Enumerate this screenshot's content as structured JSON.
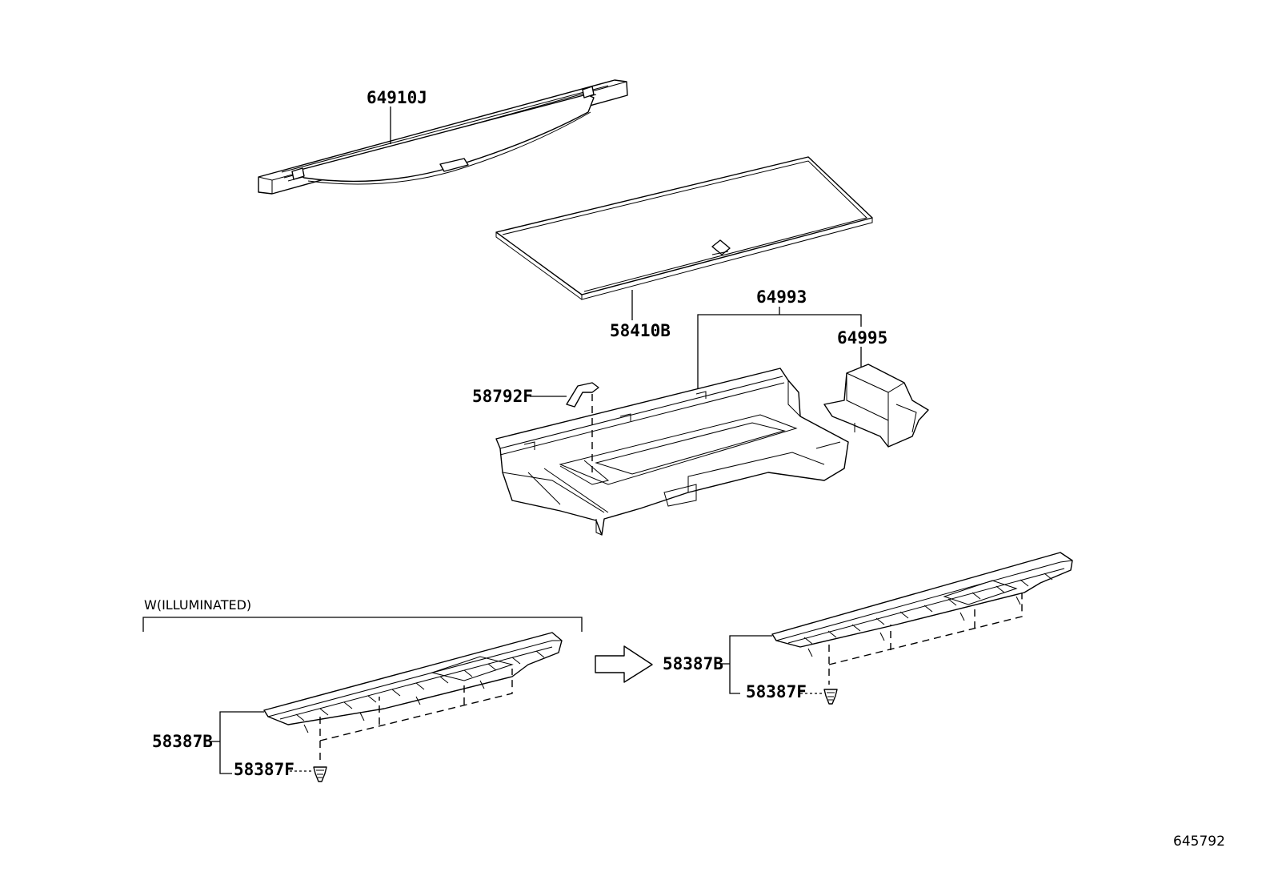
{
  "parts": {
    "tonneau_cover": "64910J",
    "deck_board": "58410B",
    "deck_box_assy": "64993",
    "deck_box_side": "64995",
    "hook": "58792F",
    "scuff_plate_illuminated": "58387B",
    "clip_illuminated": "58387F",
    "scuff_plate_std": "58387B",
    "clip_std": "58387F"
  },
  "group_label": "W(ILLUMINATED)",
  "illustration_number": "645792"
}
